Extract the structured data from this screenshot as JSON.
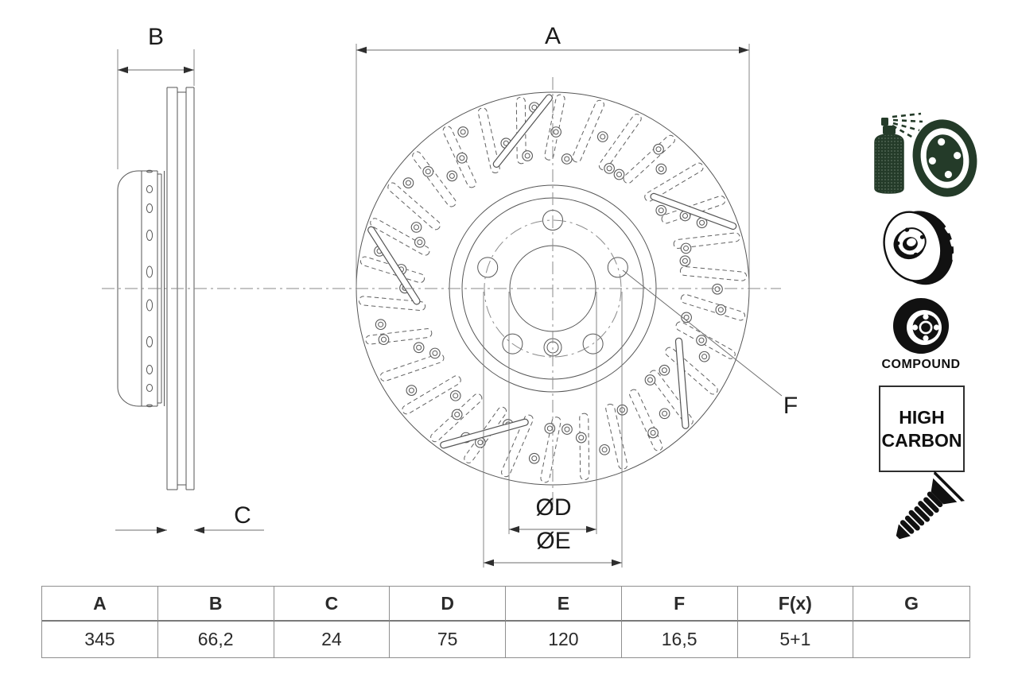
{
  "page": {
    "background": "#ffffff"
  },
  "drawing": {
    "labels": {
      "a": "A",
      "b": "B",
      "c": "C",
      "d": "ØD",
      "e": "ØE",
      "f": "F"
    },
    "line_color": "#555555",
    "centerline_color": "#8a8a8a",
    "views": [
      "disc-cross-section-side-view",
      "disc-front-view"
    ]
  },
  "icons": {
    "accent_green": "#243b29",
    "black": "#111111",
    "items": [
      {
        "name": "coating-spray-disc-icon"
      },
      {
        "name": "vented-disc-icon"
      },
      {
        "name": "compound-disc-icon",
        "caption": "COMPOUND"
      },
      {
        "name": "high-carbon-badge",
        "line1": "HIGH",
        "line2": "CARBON"
      },
      {
        "name": "countersunk-screw-icon"
      }
    ]
  },
  "table": {
    "headers": [
      "A",
      "B",
      "C",
      "D",
      "E",
      "F",
      "F(x)",
      "G"
    ],
    "values": [
      "345",
      "66,2",
      "24",
      "75",
      "120",
      "16,5",
      "5+1",
      ""
    ]
  }
}
